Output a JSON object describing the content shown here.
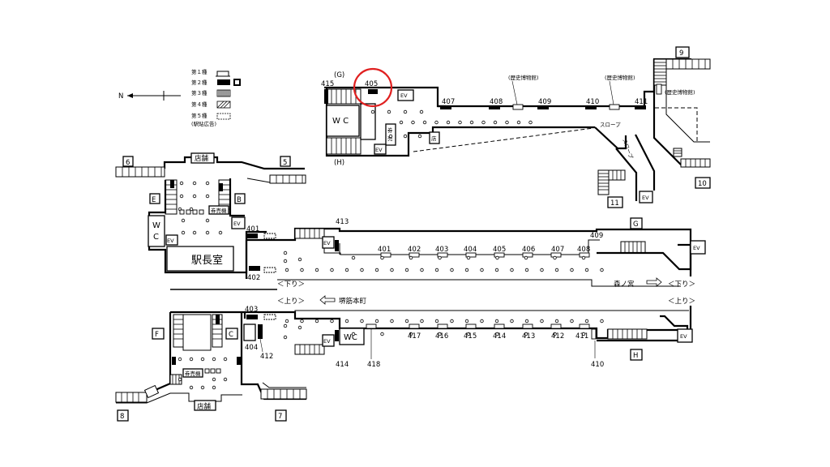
{
  "legend": {
    "items": [
      "第１種",
      "第２種",
      "第３種",
      "第４種",
      "第５種"
    ],
    "note": "(駅貼広告)",
    "north": "N"
  },
  "exits": [
    "9",
    "10",
    "11",
    "6",
    "5",
    "8",
    "7",
    "E",
    "B",
    "F",
    "C",
    "G",
    "H"
  ],
  "rooms": {
    "wc": "W C",
    "wc2": "W C",
    "wc3": "WC",
    "station_master": "駅長室",
    "shop": "店舗",
    "ticket": "券売機",
    "ticket_v": "券売",
    "ev": "EV",
    "museum": "(歴史博物館)",
    "slope": "スロープ",
    "slope_v": "スロープ",
    "store_v": "店"
  },
  "platform": {
    "down": "＜下り＞",
    "up": "＜上り＞",
    "dir_down": "森ノ宮",
    "dir_up": "堺筋本町"
  },
  "labels": {
    "upper": [
      "415",
      "405",
      "407",
      "408",
      "409",
      "410",
      "411"
    ],
    "g_top": "(G)",
    "h_top": "(H)",
    "row1": [
      "401",
      "402",
      "403",
      "404",
      "405",
      "406",
      "407",
      "408"
    ],
    "row2": [
      "417",
      "416",
      "415",
      "414",
      "413",
      "412",
      "411"
    ],
    "misc": [
      "401",
      "402",
      "403",
      "404",
      "412",
      "413",
      "414",
      "418",
      "409",
      "410"
    ]
  },
  "highlight": {
    "label": "405",
    "color": "#e02020"
  }
}
